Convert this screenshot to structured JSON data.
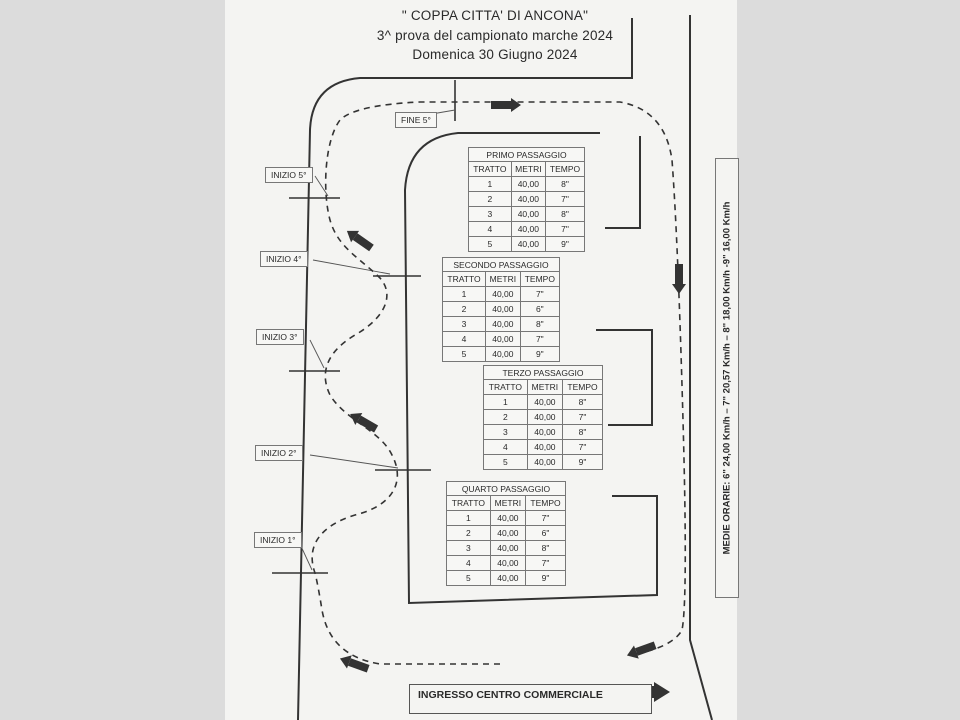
{
  "header": {
    "line1": "\" COPPA CITTA' DI ANCONA\"",
    "line2": "3^ prova del campionato marche 2024",
    "line3": "Domenica 30 Giugno 2024"
  },
  "columns": [
    "TRATTO",
    "METRI",
    "TEMPO"
  ],
  "tables": [
    {
      "title": "PRIMO PASSAGGIO",
      "rows": [
        [
          "1",
          "40,00",
          "8\""
        ],
        [
          "2",
          "40,00",
          "7\""
        ],
        [
          "3",
          "40,00",
          "8\""
        ],
        [
          "4",
          "40,00",
          "7\""
        ],
        [
          "5",
          "40,00",
          "9\""
        ]
      ]
    },
    {
      "title": "SECONDO PASSAGGIO",
      "rows": [
        [
          "1",
          "40,00",
          "7\""
        ],
        [
          "2",
          "40,00",
          "6\""
        ],
        [
          "3",
          "40,00",
          "8\""
        ],
        [
          "4",
          "40,00",
          "7\""
        ],
        [
          "5",
          "40,00",
          "9\""
        ]
      ]
    },
    {
      "title": "TERZO PASSAGGIO",
      "rows": [
        [
          "1",
          "40,00",
          "8\""
        ],
        [
          "2",
          "40,00",
          "7\""
        ],
        [
          "3",
          "40,00",
          "8\""
        ],
        [
          "4",
          "40,00",
          "7\""
        ],
        [
          "5",
          "40,00",
          "9\""
        ]
      ]
    },
    {
      "title": "QUARTO PASSAGGIO",
      "rows": [
        [
          "1",
          "40,00",
          "7\""
        ],
        [
          "2",
          "40,00",
          "6\""
        ],
        [
          "3",
          "40,00",
          "8\""
        ],
        [
          "4",
          "40,00",
          "7\""
        ],
        [
          "5",
          "40,00",
          "9\""
        ]
      ]
    }
  ],
  "labels": {
    "fine5": "FINE 5°",
    "inizio5": "INIZIO 5°",
    "inizio4": "INIZIO 4°",
    "inizio3": "INIZIO 3°",
    "inizio2": "INIZIO 2°",
    "inizio1": "INIZIO 1°"
  },
  "medie": "MEDIE ORARIE: 6\" 24,00 Km/h – 7\" 20,57 Km/h – 8\" 18,00 Km/h -9\" 16,00 Km/h",
  "ingresso": "INGRESSO CENTRO COMMERCIALE",
  "colors": {
    "ink": "#2a2a2a",
    "paper": "#f4f4f2",
    "background": "#dcdcdc"
  }
}
